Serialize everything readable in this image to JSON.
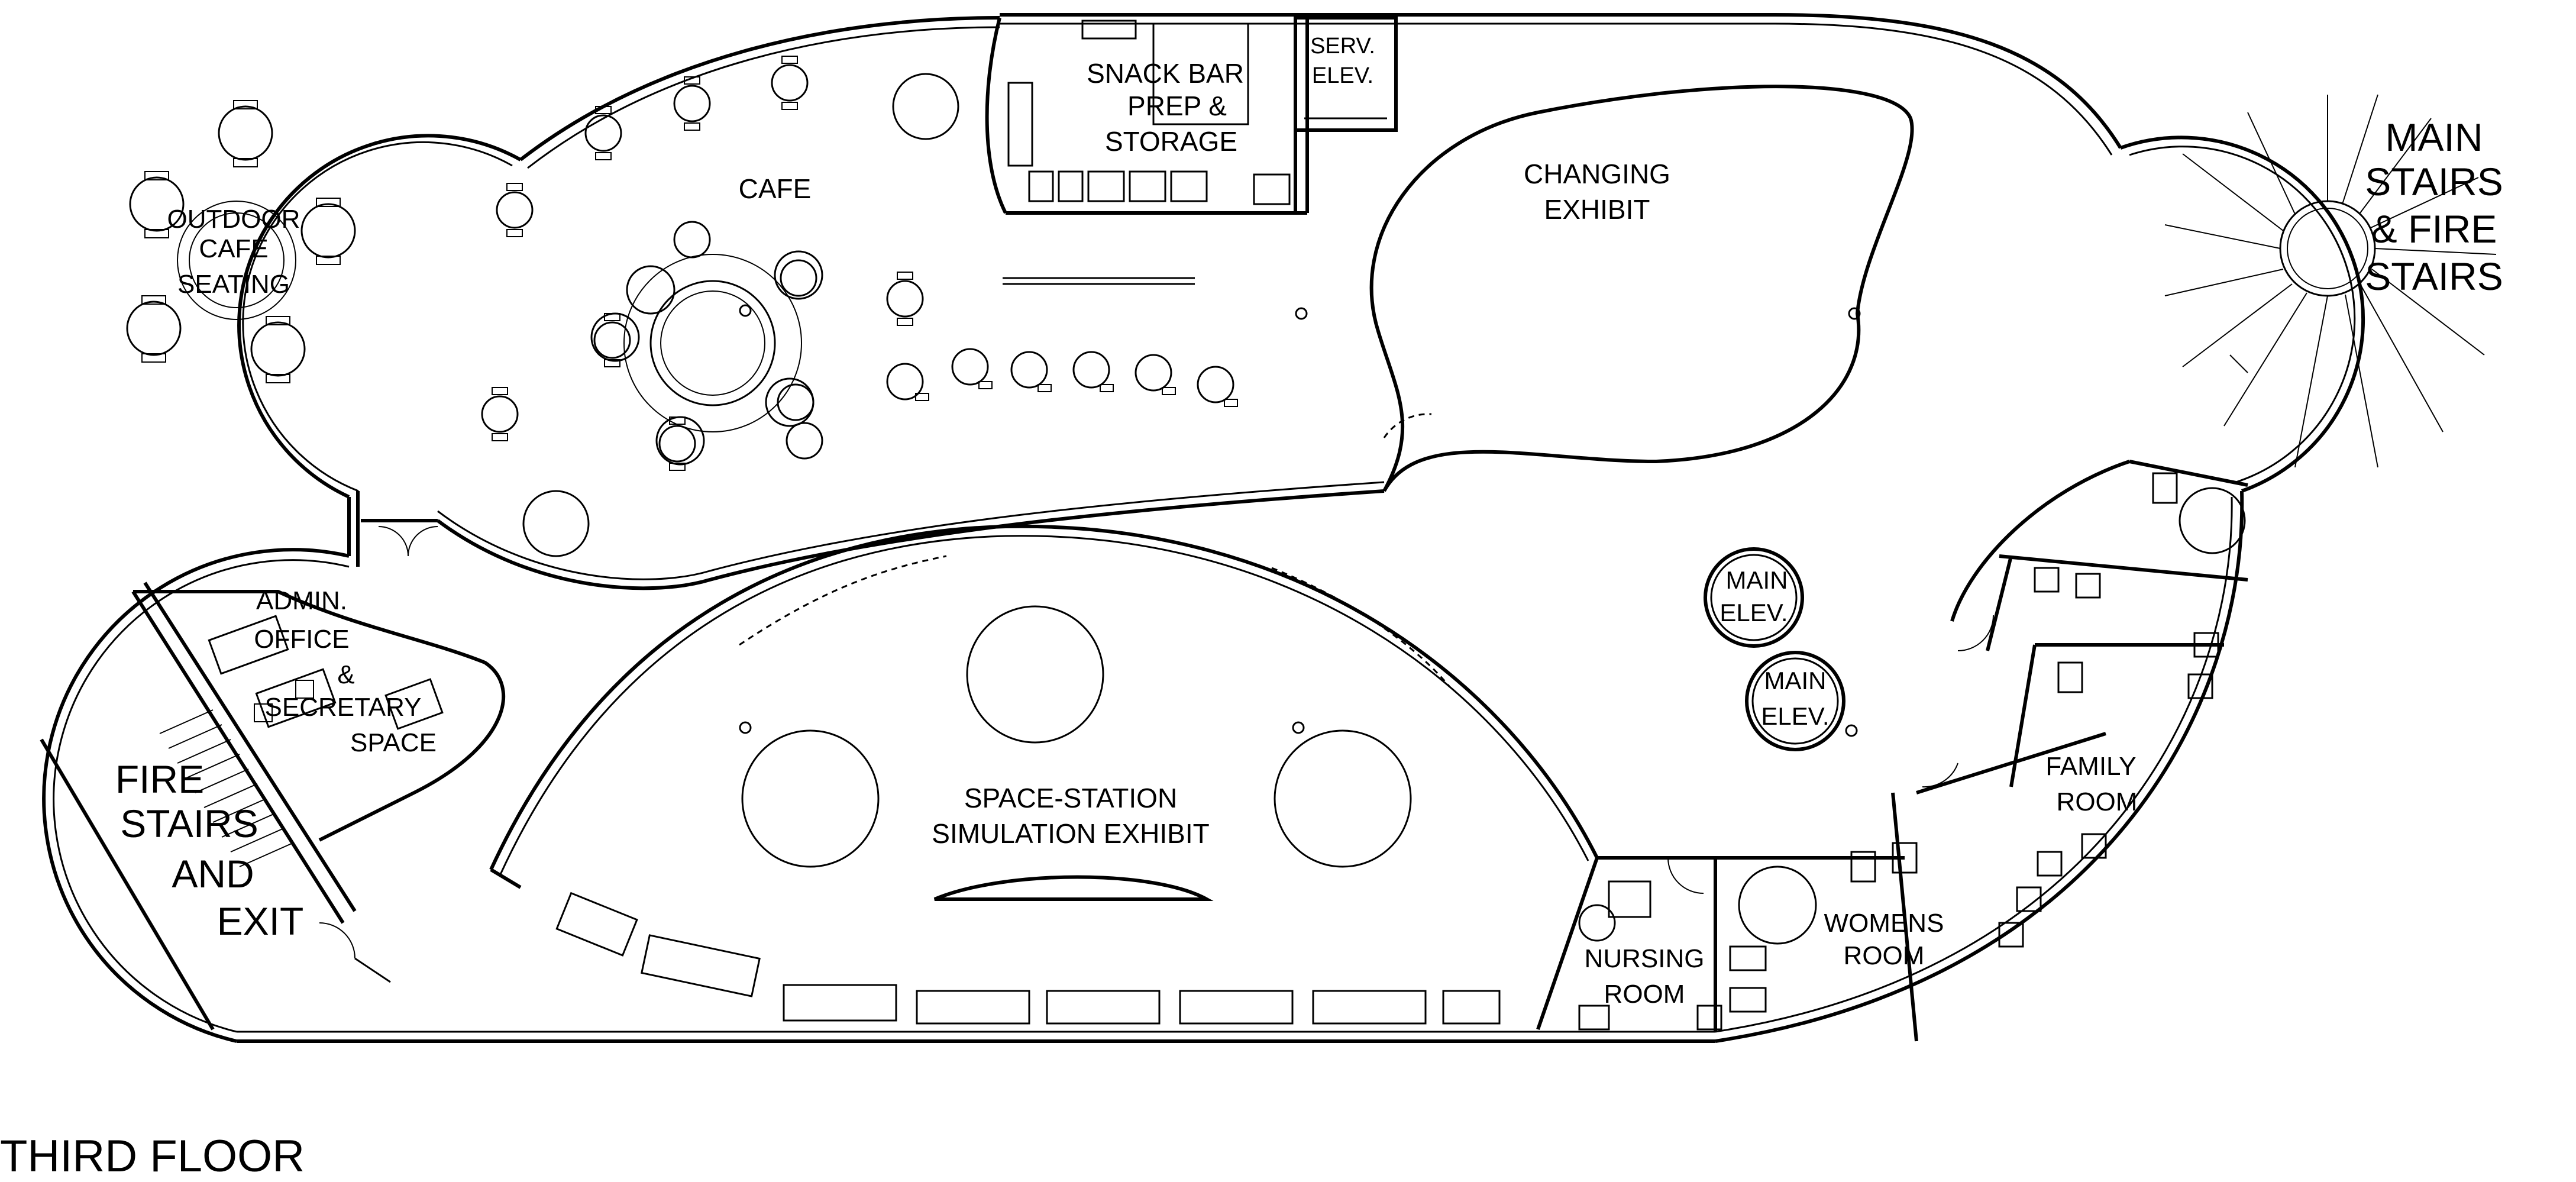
{
  "floor_title": "THIRD FLOOR",
  "rooms": {
    "outdoor_cafe": [
      "OUTDOOR",
      "CAFE",
      "SEATING"
    ],
    "cafe": [
      "CAFE"
    ],
    "snack_bar": [
      "SNACK BAR",
      "PREP &",
      "STORAGE"
    ],
    "serv_elev": [
      "SERV.",
      "ELEV."
    ],
    "changing_exhibit": [
      "CHANGING",
      "EXHIBIT"
    ],
    "main_stairs": [
      "MAIN",
      "STAIRS",
      "& FIRE",
      "STAIRS"
    ],
    "admin_office": [
      "ADMIN.",
      "OFFICE",
      "&",
      "SECRETARY",
      "SPACE"
    ],
    "fire_stairs": [
      "FIRE",
      "STAIRS",
      "AND",
      "EXIT"
    ],
    "space_station": [
      "SPACE-STATION",
      "SIMULATION EXHIBIT"
    ],
    "main_elev_1": [
      "MAIN",
      "ELEV."
    ],
    "main_elev_2": [
      "MAIN",
      "ELEV."
    ],
    "family_room": [
      "FAMILY",
      "ROOM"
    ],
    "womens_room": [
      "WOMENS",
      "ROOM"
    ],
    "nursing_room": [
      "NURSING",
      "ROOM"
    ]
  },
  "colors": {
    "line": "#000000",
    "background": "#ffffff"
  }
}
